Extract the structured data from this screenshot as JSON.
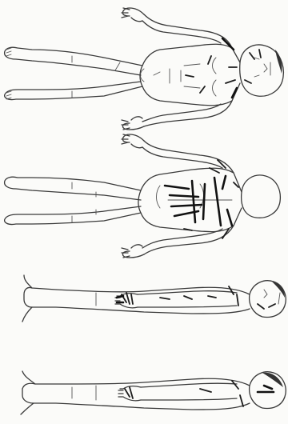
{
  "diagram": {
    "type": "body-chart",
    "orientation": "rotated-90",
    "views": [
      {
        "view": "anterior"
      },
      {
        "view": "posterior"
      },
      {
        "view": "left-lateral"
      },
      {
        "view": "right-lateral"
      }
    ],
    "colors": {
      "background": "#fbfbf9",
      "outline": "#3a3a3a",
      "annotation_marks": "#1c1c1c"
    }
  }
}
